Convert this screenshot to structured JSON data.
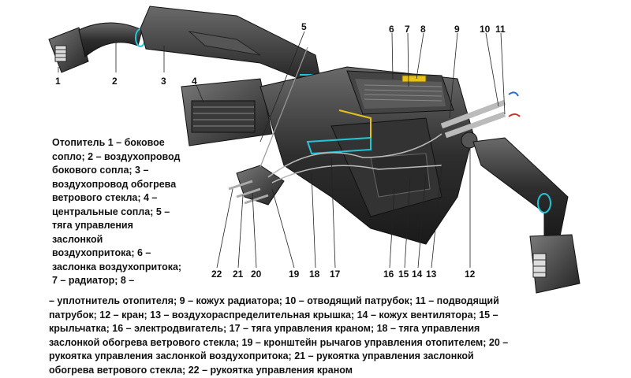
{
  "callouts": {
    "n1": "1",
    "n2": "2",
    "n3": "3",
    "n4": "4",
    "n5": "5",
    "n6": "6",
    "n7": "7",
    "n8": "8",
    "n9": "9",
    "n10": "10",
    "n11": "11",
    "n12": "12",
    "n13": "13",
    "n14": "14",
    "n15": "15",
    "n16": "16",
    "n17": "17",
    "n18": "18",
    "n19": "19",
    "n20": "20",
    "n21": "21",
    "n22": "22"
  },
  "caption_left": [
    "Отопитель 1 – боковое",
    "сопло; 2 – воздухопровод",
    "бокового сопла; 3 –",
    "воздухопровод обогрева",
    "ветрового стекла; 4 –",
    "центральные сопла; 5 –",
    "тяга управления",
    "заслонкой",
    "воздухопритока; 6 –",
    "заслонка воздухопритока;",
    "7 – радиатор; 8 –"
  ],
  "caption_bottom": [
    "– уплотнитель отопителя; 9 – кожух радиатора; 10 – отводящий патрубок; 11 – подводящий",
    "патрубок; 12 – кран; 13 – воздухораспределительная крышка; 14 – кожух вентилятора; 15 –",
    "крыльчатка; 16 – электродвигатель; 17 – тяга управления краном; 18 – тяга управления",
    "заслонкой обогрева ветрового стекла; 19 – кронштейн рычагов управления отопителем; 20 –",
    "рукоятка управления заслонкой воздухопритока; 21 – рукоятка управления заслонкой",
    "обогрева ветрового стекла; 22 – рукоятка управления краном"
  ],
  "colors": {
    "body_dark": "#2b2b2b",
    "body_mid": "#4a4a4a",
    "highlight": "#8a8a8a",
    "accent_cyan": "#22c4d8",
    "accent_yellow": "#e8c21a",
    "arrow_blue": "#2a6fd0",
    "arrow_red": "#d0302a"
  }
}
